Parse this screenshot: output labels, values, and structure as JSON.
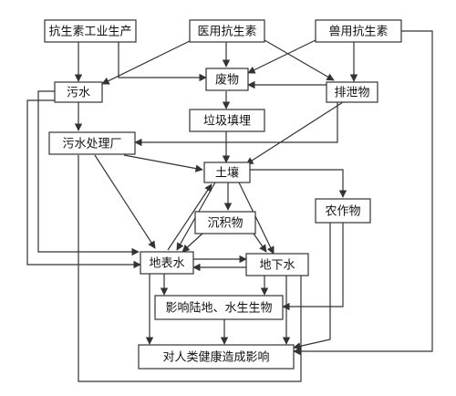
{
  "colors": {
    "stroke": "#333333",
    "text": "#111111",
    "background": "#ffffff"
  },
  "nodes": {
    "industrial": "抗生素工业生产",
    "medical": "医用抗生素",
    "veterinary": "兽用抗生素",
    "sewage": "污水",
    "waste": "废物",
    "excreta": "排泄物",
    "landfill": "垃圾填埋",
    "plant": "污水处理厂",
    "soil": "土壤",
    "sediment": "沉积物",
    "crops": "农作物",
    "surface": "地表水",
    "ground": "地下水",
    "organisms": "影响陆地、水生生物",
    "human": "对人类健康造成影响"
  }
}
